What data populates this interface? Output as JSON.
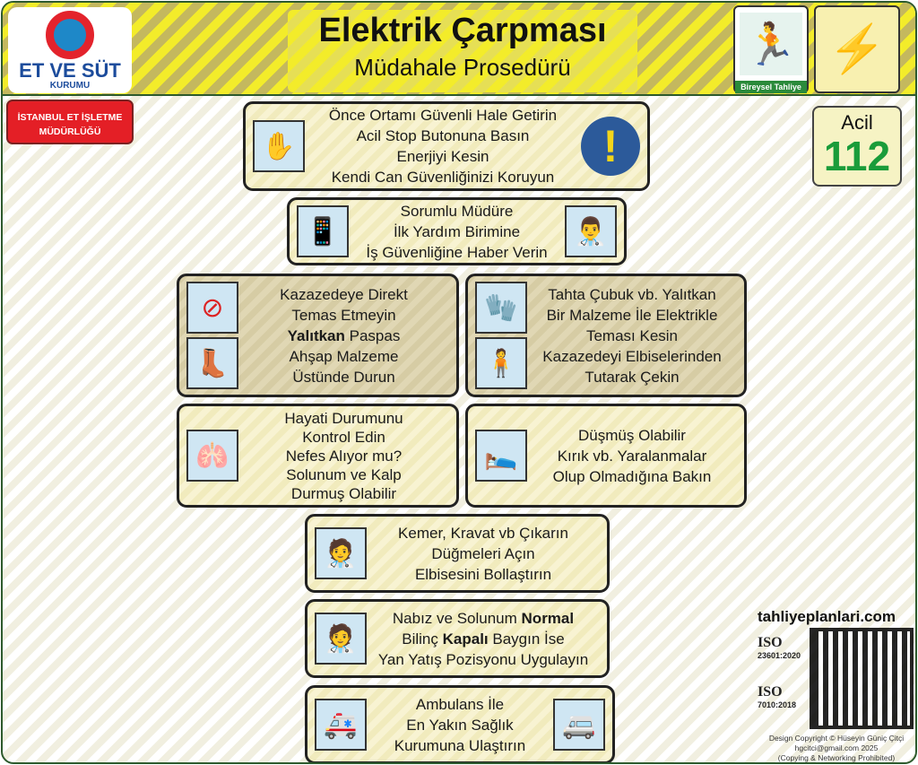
{
  "logo": {
    "brand": "ET VE SÜT",
    "sub": "KURUMU"
  },
  "header": {
    "title": "Elektrik Çarpması",
    "subtitle": "Müdahale Prosedürü",
    "evac_label": "Bireysel Tahliye"
  },
  "department": {
    "line1": "İSTANBUL ET İŞLETME",
    "line2": "MÜDÜRLÜĞÜ"
  },
  "emergency": {
    "label": "Acil",
    "number": "112"
  },
  "steps": [
    {
      "lines": [
        "Önce Ortamı Güvenli Hale Getirin",
        "Acil Stop Butonuna Basın",
        "Enerjiyi Kesin",
        "Kendi Can Güvenliğinizi Koruyun"
      ]
    },
    {
      "lines": [
        "Sorumlu Müdüre",
        "İlk Yardım Birimine",
        "İş Güvenliğine Haber Verin"
      ]
    },
    {
      "lines": [
        "Kazazedeye Direkt",
        "Temas Etmeyin",
        "Paspas",
        "Ahşap Malzeme",
        "Üstünde Durun"
      ],
      "bold": "Yalıtkan"
    },
    {
      "lines": [
        "Tahta Çubuk vb. Yalıtkan",
        "Bir Malzeme İle Elektrikle",
        "Teması Kesin",
        "Kazazedeyi Elbiselerinden",
        "Tutarak Çekin"
      ]
    },
    {
      "lines": [
        "Hayati Durumunu",
        "Kontrol Edin",
        "Nefes Alıyor mu?",
        "Solunum ve Kalp",
        "Durmuş Olabilir"
      ]
    },
    {
      "lines": [
        "Düşmüş Olabilir",
        "Kırık vb. Yaralanmalar",
        "Olup Olmadığına Bakın"
      ]
    },
    {
      "lines": [
        "Kemer, Kravat vb Çıkarın",
        "Düğmeleri Açın",
        "Elbisesini Bollaştırın"
      ]
    },
    {
      "lines": [
        "Nabız ve Solunum",
        "Normal",
        "Bilinç",
        "Kapalı",
        "Baygın İse",
        "Yan Yatış Pozisyonu Uygulayın"
      ]
    },
    {
      "lines": [
        "Ambulans İle",
        "En Yakın Sağlık",
        "Kurumuna Ulaştırın"
      ]
    }
  ],
  "footer": {
    "site": "tahliyeplanlari.com",
    "iso1": "ISO",
    "iso1_code": "23601:2020",
    "iso2": "ISO",
    "iso2_code": "7010:2018",
    "copyright": "Design Copyright © Hüseyin Güniç Çitçi",
    "email": "hgcitci@gmail.com 2025",
    "note": "(Copying & Networking Prohibited)"
  }
}
